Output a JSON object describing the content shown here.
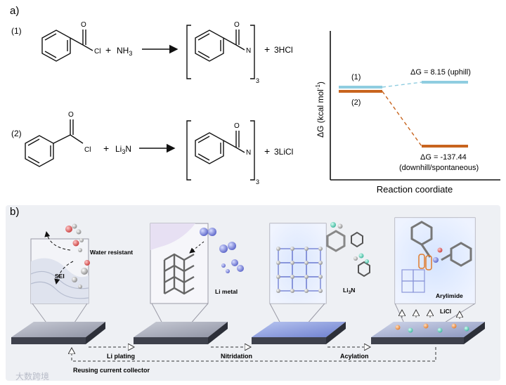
{
  "panel_a": {
    "label": "a)",
    "reaction1": {
      "number": "(1)",
      "cl": "Cl",
      "plus1": "+",
      "reagent": "NH",
      "reagent_sub": "3",
      "o": "O",
      "n": "N",
      "subscript": "3",
      "plus2": "+",
      "byproduct": "3HCl"
    },
    "reaction2": {
      "number": "(2)",
      "cl": "Cl",
      "plus1": "+",
      "reagent": "Li",
      "reagent_sub": "3",
      "reagent_tail": "N",
      "o": "O",
      "n": "N",
      "subscript": "3",
      "plus2": "+",
      "byproduct": "3LiCl"
    },
    "energy_plot": {
      "ylabel": "ΔG (kcal mol",
      "ylabel_sup": "-1",
      "ylabel_close": ")",
      "xlabel": "Reaction coordiate",
      "path1_label": "(1)",
      "path2_label": "(2)",
      "dg1": "ΔG = 8.15  (uphill)",
      "dg2": "ΔG = -137.44",
      "dg2_note": "(downhill/spontaneous)",
      "colors": {
        "path1": "#8fcde0",
        "path2": "#c8641e"
      }
    }
  },
  "panel_b": {
    "label": "b)",
    "step_labels": {
      "water_resistant": "Water resistant",
      "sei": "SEI",
      "li_metal": "Li metal",
      "li3n_main": "Li",
      "li3n_sub": "3",
      "li3n_tail": "N",
      "arylimide": "Arylimide",
      "licl": "LiCl"
    },
    "arrows": {
      "li_plating": "Li plating",
      "nitridation": "Nitridation",
      "acylation": "Acylation",
      "reusing": "Reusing current collector"
    }
  },
  "watermark": "大数跨境"
}
